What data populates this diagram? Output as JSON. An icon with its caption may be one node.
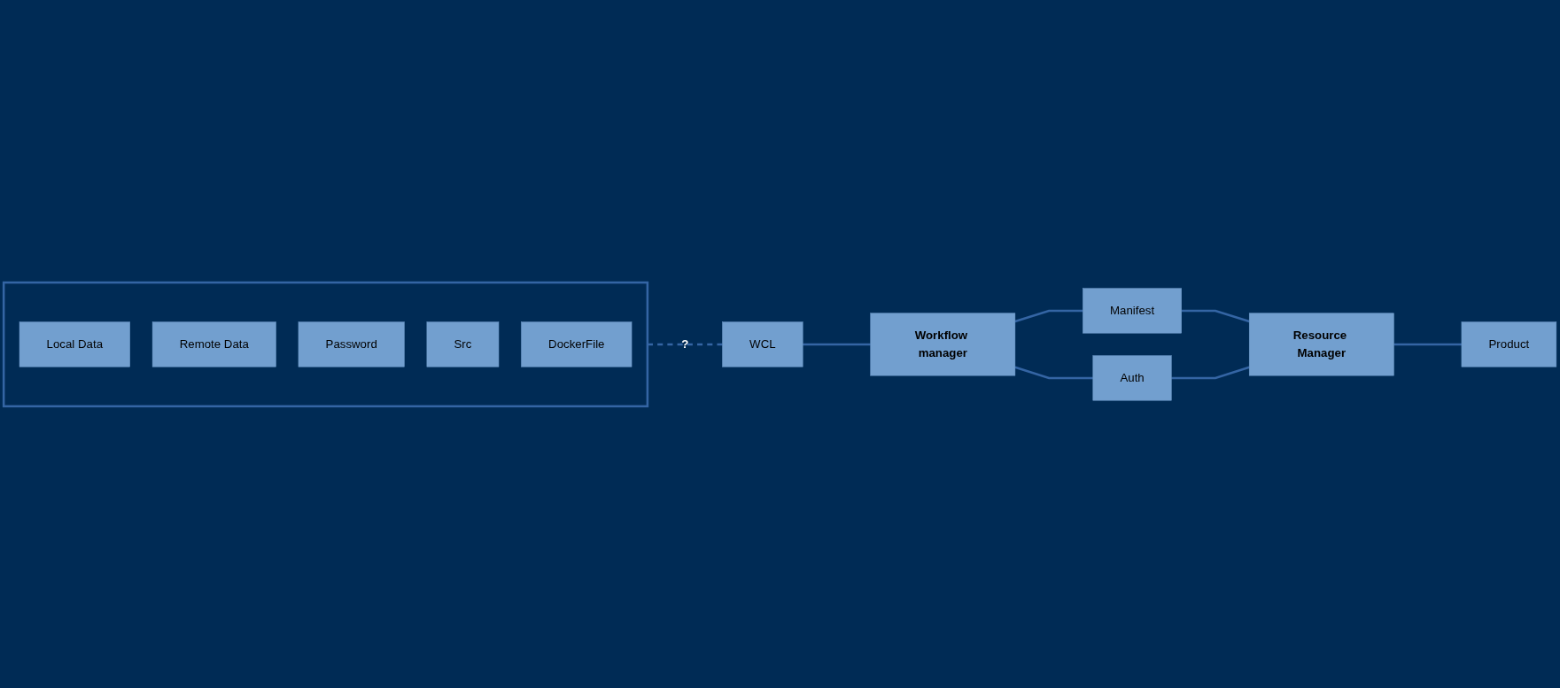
{
  "diagram": {
    "nodes": [
      {
        "text": [],
        "shape": "box"
      },
      {
        "text": [
          "Local Data"
        ],
        "in": 0
      },
      {
        "text": [
          "Remote Data"
        ],
        "in": 0
      },
      {
        "text": [
          "Password"
        ],
        "in": 0
      },
      {
        "text": [
          "Src"
        ],
        "in": 0
      },
      {
        "text": [
          "DockerFile"
        ],
        "in": 0
      },
      {
        "text": [
          "WCL"
        ]
      },
      {
        "text": [
          "Manifest"
        ]
      },
      {
        "text": [
          "Workflow manager"
        ]
      },
      {
        "text": [
          "Resource Manager"
        ]
      },
      {
        "text": [
          "Auth"
        ]
      },
      {
        "text": [
          "Product"
        ]
      }
    ],
    "edges": [
      {
        "from": 0,
        "to": 6,
        "arrow": "none",
        "label": "?",
        "style": "dashed"
      },
      {
        "from": 6,
        "to": 8,
        "arrow": "none"
      },
      {
        "from": 8,
        "to": 7,
        "arrow": "none"
      },
      {
        "from": 7,
        "to": 9,
        "arrow": "none"
      },
      {
        "from": 8,
        "to": 10,
        "arrow": "none"
      },
      {
        "from": 10,
        "to": 9,
        "arrow": "none"
      },
      {
        "from": 9,
        "to": 11,
        "arrow": "none"
      }
    ]
  }
}
